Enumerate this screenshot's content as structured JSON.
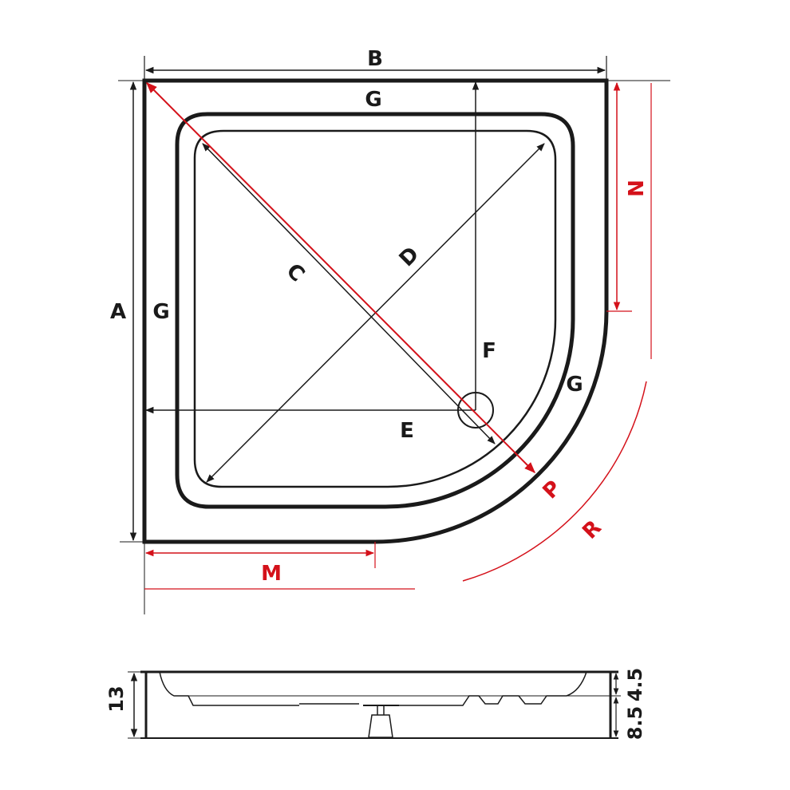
{
  "diagram": {
    "type": "technical-drawing",
    "subject": "quadrant shower tray",
    "colors": {
      "outline": "#1a1a1a",
      "dimension_black": "#1a1a1a",
      "dimension_red": "#d4111a",
      "background": "#ffffff"
    },
    "top_view": {
      "labels": {
        "A": "A",
        "B": "B",
        "C": "C",
        "D": "D",
        "E": "E",
        "F": "F",
        "G_top": "G",
        "G_left": "G",
        "G_curve": "G",
        "M": "M",
        "N": "N",
        "P": "P",
        "R": "R"
      }
    },
    "side_view": {
      "labels": {
        "total_height": "13",
        "upper_height": "4.5",
        "lower_height": "8.5"
      }
    }
  }
}
